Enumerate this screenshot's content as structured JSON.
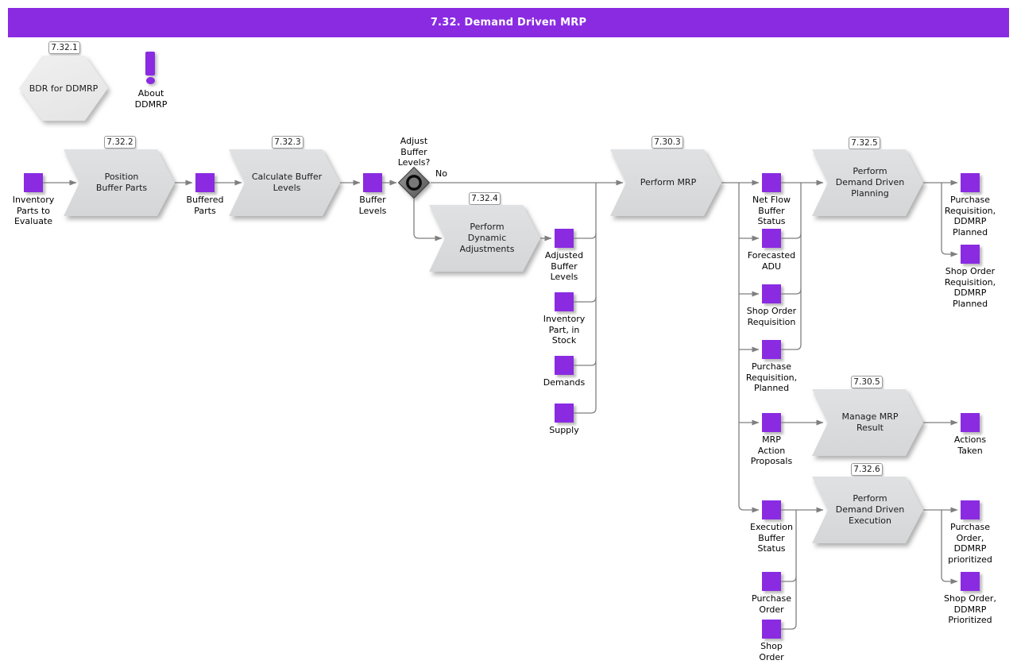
{
  "header": {
    "title": "7.32. Demand Driven MRP"
  },
  "colors": {
    "accent": "#8a2be2",
    "line": "#7f7f7f"
  },
  "start": {
    "badge": "7.32.1",
    "label": "BDR for DDMRP"
  },
  "about": {
    "label": "About\nDDMRP"
  },
  "gateway": {
    "question": "Adjust\nBuffer\nLevels?",
    "no_label": "No"
  },
  "processes": {
    "position_buffer_parts": {
      "badge": "7.32.2",
      "label": "Position\nBuffer Parts"
    },
    "calculate_buffer_levels": {
      "badge": "7.32.3",
      "label": "Calculate Buffer\nLevels"
    },
    "perform_dynamic_adjustments": {
      "badge": "7.32.4",
      "label": "Perform\nDynamic\nAdjustments"
    },
    "perform_mrp": {
      "badge": "7.30.3",
      "label": "Perform MRP"
    },
    "perform_demand_driven_planning": {
      "badge": "7.32.5",
      "label": "Perform\nDemand Driven\nPlanning"
    },
    "manage_mrp_result": {
      "badge": "7.30.5",
      "label": "Manage MRP\nResult"
    },
    "perform_demand_driven_execution": {
      "badge": "7.32.6",
      "label": "Perform\nDemand Driven\nExecution"
    }
  },
  "data_objects": {
    "inventory_parts_to_evaluate": {
      "label": "Inventory\nParts to\nEvaluate"
    },
    "buffered_parts": {
      "label": "Buffered\nParts"
    },
    "buffer_levels": {
      "label": "Buffer\nLevels"
    },
    "adjusted_buffer_levels": {
      "label": "Adjusted\nBuffer\nLevels"
    },
    "inventory_part_in_stock": {
      "label": "Inventory\nPart, in\nStock"
    },
    "demands": {
      "label": "Demands"
    },
    "supply": {
      "label": "Supply"
    },
    "net_flow_buffer_status": {
      "label": "Net Flow\nBuffer\nStatus"
    },
    "forecasted_adu": {
      "label": "Forecasted\nADU"
    },
    "shop_order_requisition": {
      "label": "Shop Order\nRequisition"
    },
    "purchase_requisition_planned": {
      "label": "Purchase\nRequisition,\nPlanned"
    },
    "mrp_action_proposals": {
      "label": "MRP\nAction\nProposals"
    },
    "execution_buffer_status": {
      "label": "Execution\nBuffer\nStatus"
    },
    "purchase_order": {
      "label": "Purchase\nOrder"
    },
    "shop_order": {
      "label": "Shop\nOrder"
    },
    "purchase_requisition_ddmrp_planned": {
      "label": "Purchase\nRequisition,\nDDMRP\nPlanned"
    },
    "shop_order_requisition_ddmrp_planned": {
      "label": "Shop Order\nRequisition,\nDDMRP\nPlanned"
    },
    "actions_taken": {
      "label": "Actions\nTaken"
    },
    "purchase_order_ddmrp_prioritized": {
      "label": "Purchase\nOrder,\nDDMRP\nprioritized"
    },
    "shop_order_ddmrp_prioritized": {
      "label": "Shop Order,\nDDMRP\nPrioritized"
    }
  }
}
